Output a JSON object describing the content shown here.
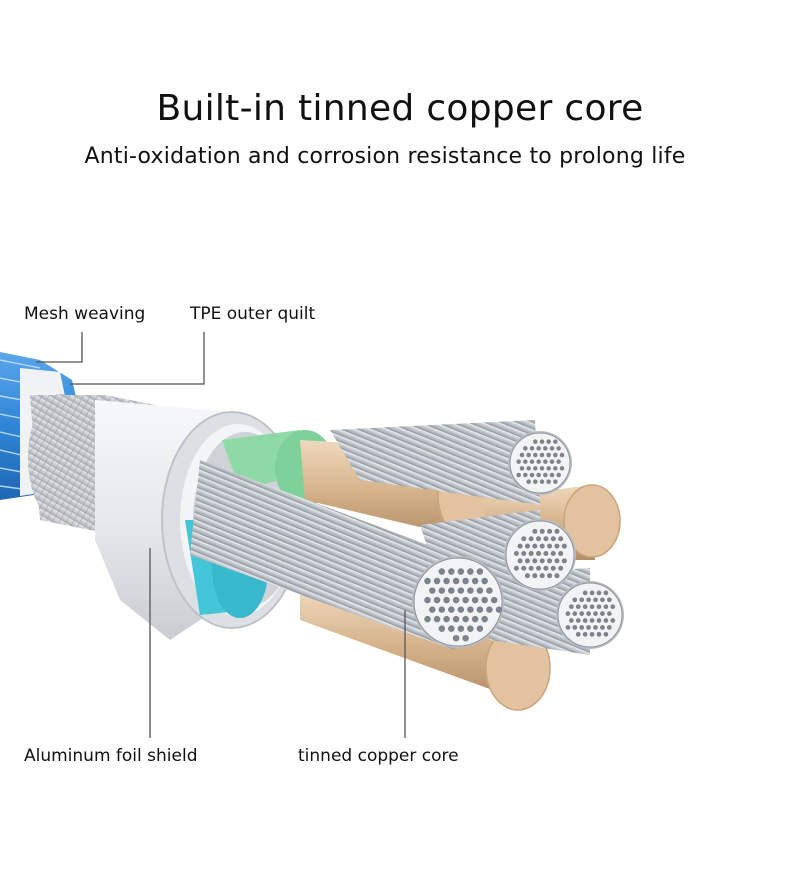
{
  "heading": {
    "title": "Built-in tinned copper core",
    "subtitle": "Anti-oxidation and corrosion resistance to prolong life"
  },
  "labels": {
    "mesh": "Mesh weaving",
    "tpe": "TPE outer quilt",
    "foil": "Aluminum foil shield",
    "core": "tinned copper core"
  },
  "colors": {
    "mesh_blue": "#2f86d6",
    "jacket_white": "#e9ebee",
    "inner_green": "#8fd9a6",
    "inner_cyan": "#45c6d8",
    "copper": "#d7b48e",
    "strand_silver": "#c9cdd2"
  }
}
